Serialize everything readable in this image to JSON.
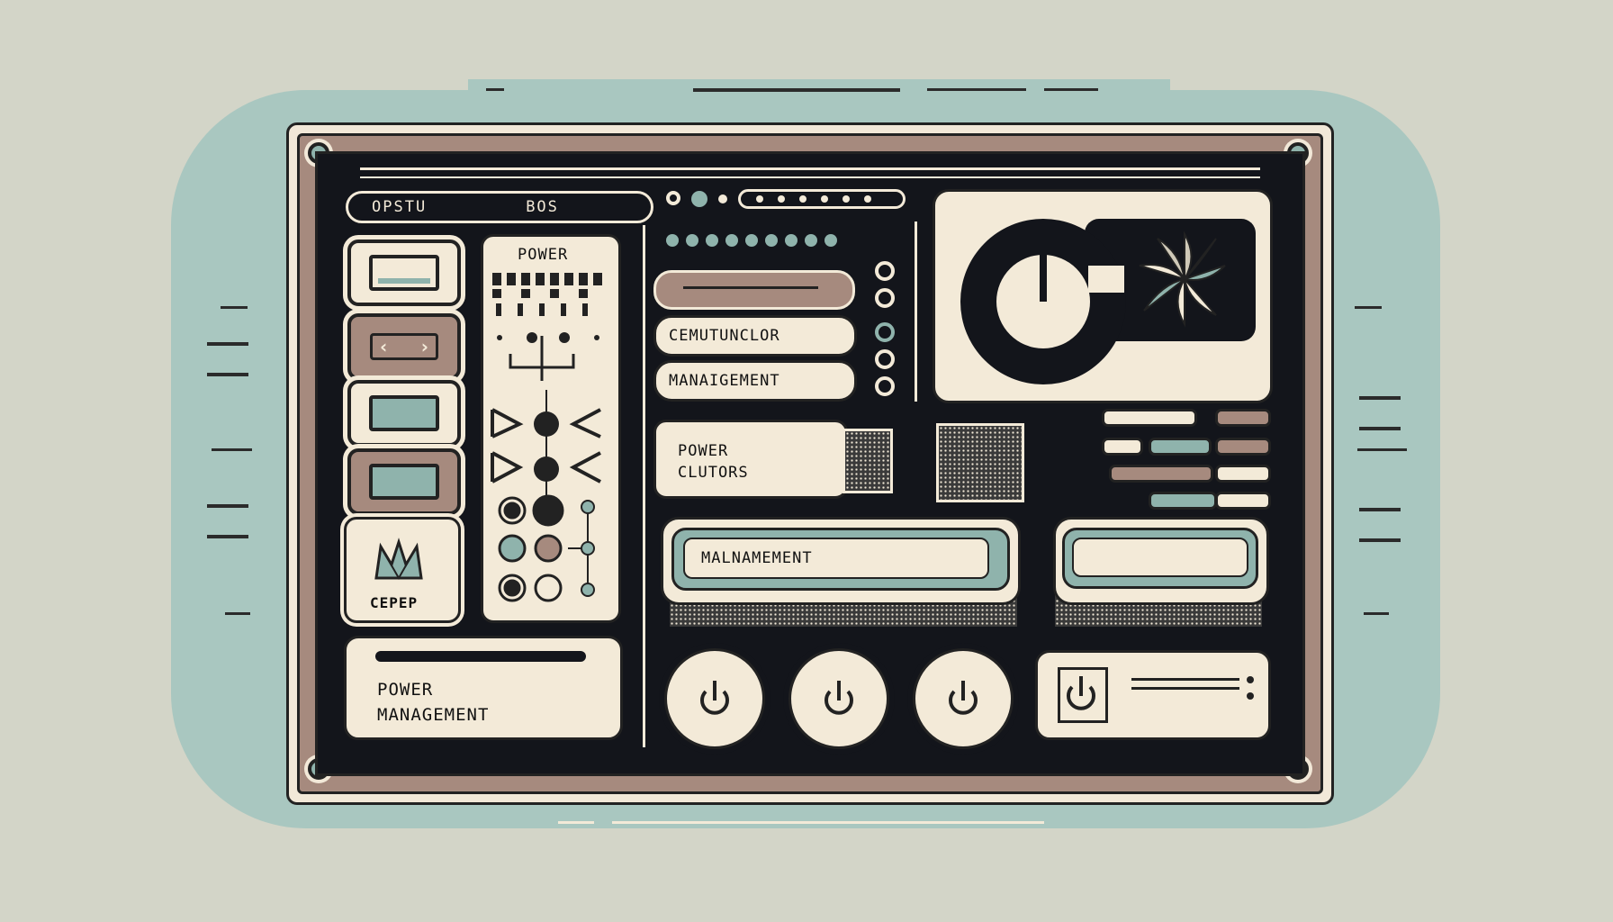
{
  "colors": {
    "background": "#d3d5c8",
    "accent_teal": "#8fb3ac",
    "accent_mauve": "#a68a7e",
    "cream": "#f3ead8",
    "screen": "#13151b"
  },
  "header": {
    "left_label": "OPSTU",
    "right_label": "BOS"
  },
  "left_panel": {
    "power_title": "POWER",
    "crown_label": "CEPEP"
  },
  "middle": {
    "label_1": "CEMUTUNCLOR",
    "label_2": "MANAIGEMENT",
    "power_card_line_1": "POWER",
    "power_card_line_2": "CLUTORS",
    "wide_bar_label": "MALNAMEMENT"
  },
  "bottom_left": {
    "line_1": "POWER",
    "line_2": "MANAGEMENT"
  },
  "icons": {
    "power": "power-icon",
    "leaf": "leaf-icon",
    "crown": "crown-icon",
    "chevron_left": "chevron-left-icon",
    "chevron_right": "chevron-right-icon"
  }
}
